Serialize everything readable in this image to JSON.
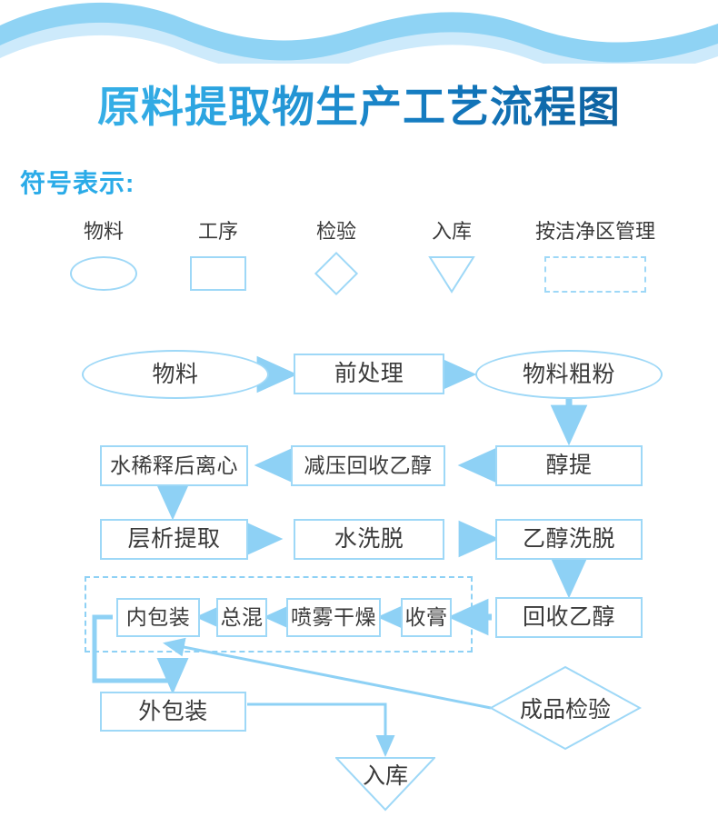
{
  "header": {
    "title": "原料提取物生产工艺流程图",
    "title_gradient_from": "#3fb8ec",
    "title_gradient_to": "#0b568f",
    "wave_color_dark": "#8fd3f4",
    "wave_color_light": "#cdeafb"
  },
  "legend": {
    "heading": "符号表示:",
    "heading_color": "#2aabe8",
    "items": [
      {
        "label": "物料",
        "shape": "ellipse-icon"
      },
      {
        "label": "工序",
        "shape": "rectangle-icon"
      },
      {
        "label": "检验",
        "shape": "diamond-icon"
      },
      {
        "label": "入库",
        "shape": "inverted-triangle-icon"
      },
      {
        "label": "按洁净区管理",
        "shape": "dashed-rectangle-icon"
      }
    ]
  },
  "flow": {
    "line_color": "#8ed1f5",
    "node_border_color": "#9ed8f7",
    "text_color": "#3a3a3a",
    "nodes": [
      {
        "id": "n1",
        "label": "物料",
        "shape": "ellipse"
      },
      {
        "id": "n2",
        "label": "前处理",
        "shape": "rect"
      },
      {
        "id": "n3",
        "label": "物料粗粉",
        "shape": "ellipse"
      },
      {
        "id": "n4",
        "label": "醇提",
        "shape": "rect"
      },
      {
        "id": "n5",
        "label": "减压回收乙醇",
        "shape": "rect"
      },
      {
        "id": "n6",
        "label": "水稀释后离心",
        "shape": "rect"
      },
      {
        "id": "n7",
        "label": "层析提取",
        "shape": "rect"
      },
      {
        "id": "n8",
        "label": "水洗脱",
        "shape": "rect"
      },
      {
        "id": "n9",
        "label": "乙醇洗脱",
        "shape": "rect"
      },
      {
        "id": "n10",
        "label": "回收乙醇",
        "shape": "rect"
      },
      {
        "id": "n11",
        "label": "收膏",
        "shape": "rect"
      },
      {
        "id": "n12",
        "label": "喷雾干燥",
        "shape": "rect"
      },
      {
        "id": "n13",
        "label": "总混",
        "shape": "rect"
      },
      {
        "id": "n14",
        "label": "内包装",
        "shape": "rect"
      },
      {
        "id": "n15",
        "label": "外包装",
        "shape": "rect"
      },
      {
        "id": "n16",
        "label": "成品检验",
        "shape": "diamond"
      },
      {
        "id": "n17",
        "label": "入库",
        "shape": "inverted-triangle"
      }
    ],
    "edges": [
      {
        "from": "n1",
        "to": "n2",
        "dir": "right"
      },
      {
        "from": "n2",
        "to": "n3",
        "dir": "right"
      },
      {
        "from": "n3",
        "to": "n4",
        "dir": "down"
      },
      {
        "from": "n4",
        "to": "n5",
        "dir": "left"
      },
      {
        "from": "n5",
        "to": "n6",
        "dir": "left"
      },
      {
        "from": "n6",
        "to": "n7",
        "dir": "down"
      },
      {
        "from": "n7",
        "to": "n8",
        "dir": "right"
      },
      {
        "from": "n8",
        "to": "n9",
        "dir": "right"
      },
      {
        "from": "n9",
        "to": "n10",
        "dir": "down"
      },
      {
        "from": "n10",
        "to": "n11",
        "dir": "left"
      },
      {
        "from": "n11",
        "to": "n12",
        "dir": "left"
      },
      {
        "from": "n12",
        "to": "n13",
        "dir": "left"
      },
      {
        "from": "n13",
        "to": "n14",
        "dir": "left"
      },
      {
        "from": "n14",
        "to": "n15",
        "dir": "down-left"
      },
      {
        "from": "n15",
        "to": "n17",
        "dir": "right-down"
      },
      {
        "from": "n16",
        "to": "n14",
        "dir": "diagonal-up-left"
      }
    ],
    "cleanroom_zone": {
      "label": "按洁净区管理",
      "contains": [
        "内包装",
        "总混",
        "喷雾干燥",
        "收膏"
      ]
    }
  }
}
